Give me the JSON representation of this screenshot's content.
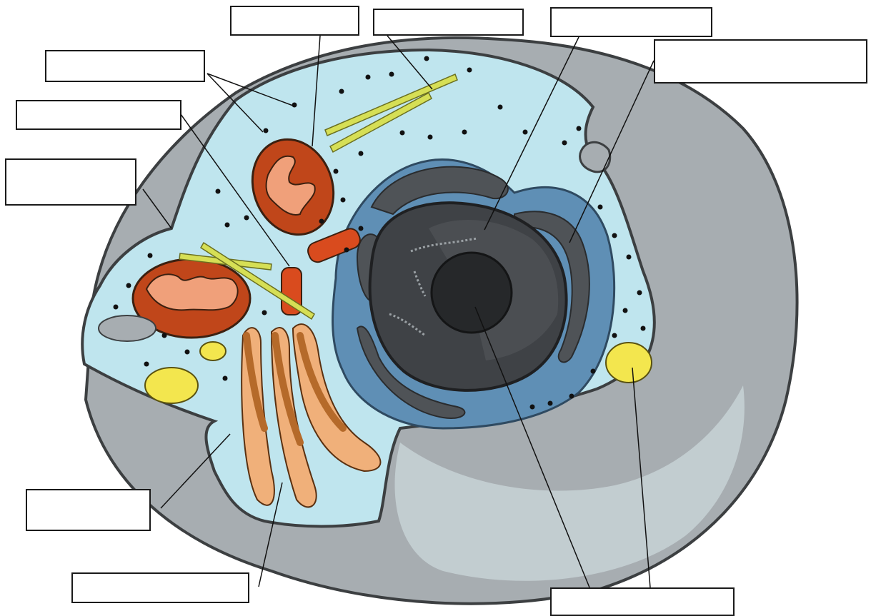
{
  "diagram": {
    "colors": {
      "cytoplasm": "#bfe5ee",
      "membrane_gray": "#a7adb1",
      "nucleus_dark": "#3f4246",
      "nuclear_envelope": "#5f8fb5",
      "mitochondrion": "#c0461a",
      "golgi": "#f0b07a",
      "lysosome": "#f3e64e",
      "centriole": "#d94b1e",
      "microfilament": "#d6df55"
    },
    "labels": [
      {
        "id": "label-top-left",
        "text": ""
      },
      {
        "id": "label-top-center",
        "text": ""
      },
      {
        "id": "label-top-right",
        "text": ""
      },
      {
        "id": "label-right",
        "text": ""
      },
      {
        "id": "label-upper-left",
        "text": ""
      },
      {
        "id": "label-left-1",
        "text": ""
      },
      {
        "id": "label-left-2",
        "text": ""
      },
      {
        "id": "label-bottom-left",
        "text": ""
      },
      {
        "id": "label-bottom-center",
        "text": ""
      },
      {
        "id": "label-bottom-right",
        "text": ""
      }
    ]
  }
}
